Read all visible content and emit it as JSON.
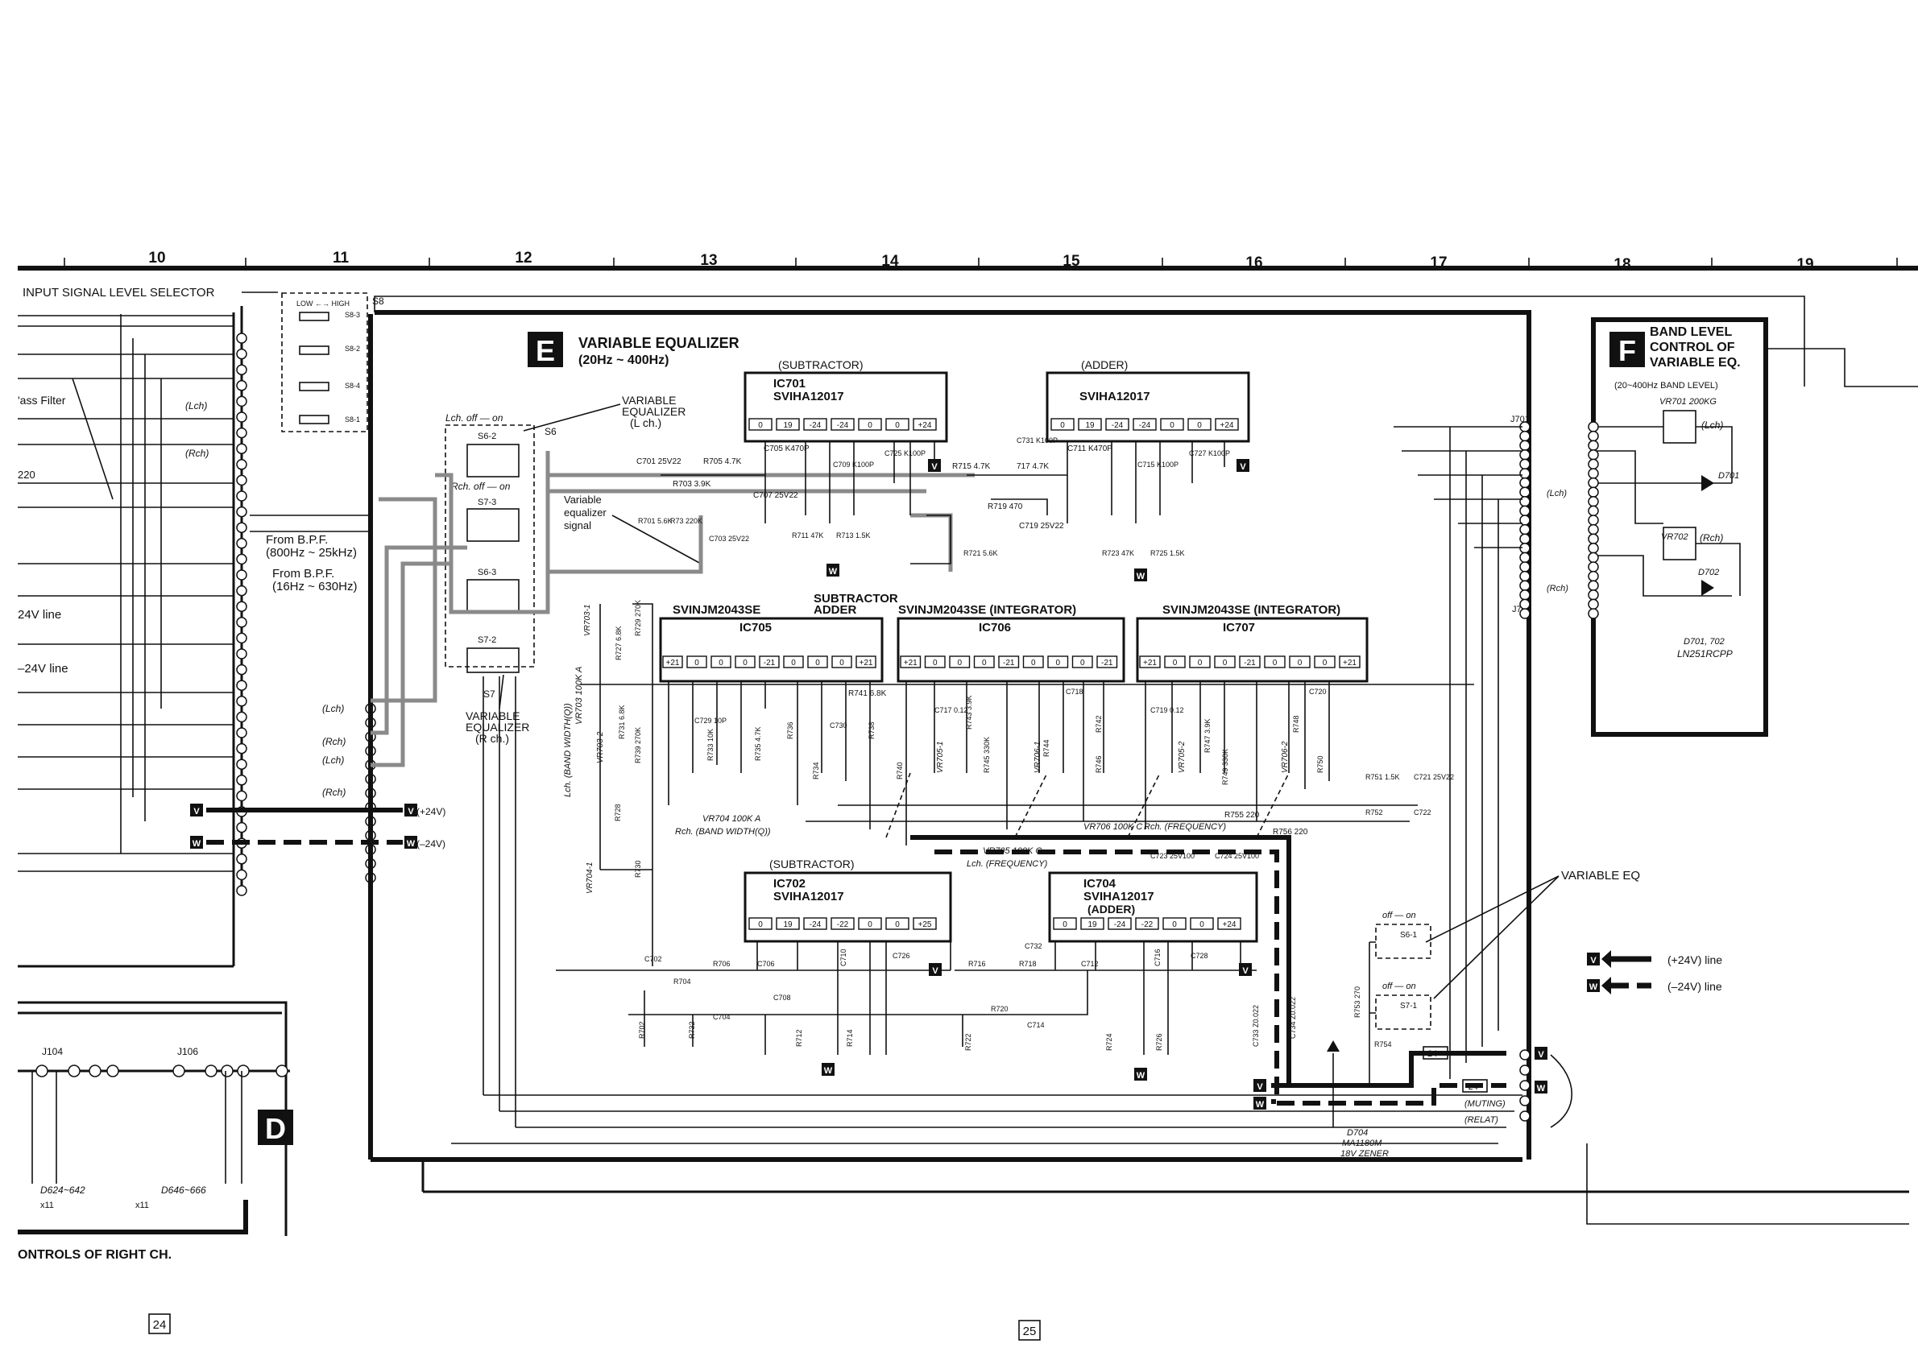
{
  "grid": {
    "columns": [
      "10",
      "11",
      "12",
      "13",
      "14",
      "15",
      "16",
      "17",
      "18",
      "19"
    ]
  },
  "labels": {
    "input_selector": "INPUT SIGNAL LEVEL SELECTOR",
    "s8": "S8",
    "low_high": "LOW ←→ HIGH",
    "s8_3": "S8-3",
    "s8_2": "S8-2",
    "s8_4": "S8-4",
    "s8_1": "S8-1",
    "bass_filter": "'ass Filter",
    "r220": "220",
    "lch": "(Lch)",
    "rch": "(Rch)",
    "from_bpf1": "From B.P.F.",
    "from_bpf1_range": "(800Hz ~ 25kHz)",
    "from_bpf2": "From B.P.F.",
    "from_bpf2_range": "(16Hz ~ 630Hz)",
    "line_24": "24V line",
    "line_m24": "–24V line",
    "plus24": "(+24V)",
    "minus24": "(–24V)",
    "right_ch": "ONTROLS OF RIGHT CH.",
    "j104": "J104",
    "j106": "J106",
    "d624": "D624~642",
    "d646": "D646~666",
    "x11a": "x11",
    "x11b": "x11",
    "page24": "24",
    "page25": "25"
  },
  "section_d": {
    "letter": "D"
  },
  "section_e": {
    "letter": "E",
    "title": "VARIABLE EQUALIZER",
    "subtitle": "(20Hz ~ 400Hz)",
    "subtractor_top": "(SUBTRACTOR)",
    "adder_top": "(ADDER)",
    "ic701": "IC701",
    "ic701_part": "SVIHA12017",
    "ic703_part": "SVIHA12017",
    "var_eq_l": "VARIABLE",
    "var_eq_l2": "EQUALIZER",
    "var_eq_l3": "(L ch.)",
    "s6": "S6",
    "s6_2": "S6-2",
    "s7_3": "S7-3",
    "s6_3": "S6-3",
    "s7_2": "S7-2",
    "s7": "S7",
    "lch_off_on": "Lch. off — on",
    "rch_off_on": "Rch. off — on",
    "var_eq_signal1": "Variable",
    "var_eq_signal2": "equalizer",
    "var_eq_signal3": "signal",
    "var_eq_r": "VARIABLE",
    "var_eq_r2": "EQUALIZER",
    "var_eq_r3": "(R ch.)",
    "ic705_part": "SVINJM2043SE",
    "ic705_role": "SUBTRACTOR",
    "ic705_role2": "ADDER",
    "ic705": "IC705",
    "ic706_part": "SVINJM2043SE  (INTEGRATOR)",
    "ic706": "IC706",
    "ic707_part": "SVINJM2043SE  (INTEGRATOR)",
    "ic707": "IC707",
    "subtractor_bot": "(SUBTRACTOR)",
    "ic702": "IC702",
    "ic702_part": "SVIHA12017",
    "ic704": "IC704",
    "ic704_part": "SVIHA12017",
    "adder_bot": "(ADDER)",
    "vr704": "VR704  100K A",
    "vr704_note": "Rch. (BAND WIDTH(Q))",
    "vr705": "VR705  100K C",
    "vr705_note": "Lch. (FREQUENCY)",
    "vr706": "VR706  100K C",
    "vr706_note": "Rch. (FREQUENCY)",
    "vr703": "VR703  100K A",
    "vr703_note": "Lch. (BAND WIDTH(Q))",
    "d704": "D704",
    "d704_part": "MA1180M",
    "d704_note": "18V ZENER",
    "muting": "(MUTING)",
    "relat": "(RELAT)",
    "j701": "J701",
    "j702": "J702",
    "pin24": "24",
    "pinm24": "-24"
  },
  "parts": {
    "c701": "C701 25V22",
    "r705": "R705 4.7K",
    "c705": "C705 K470P",
    "c709": "C709 K100P",
    "c725": "C725 K100P",
    "r703": "R703 3.9K",
    "c707": "C707 25V22",
    "r701": "R701 5.6K",
    "r73x": "R73 220K",
    "c703": "C703 25V22",
    "r711": "R711 47K",
    "r713": "R713 1.5K",
    "c731": "C731 K100P",
    "r715": "R715 4.7K",
    "r717": "717 4.7K",
    "c711": "C711 K470P",
    "c715": "C715 K100P",
    "c727": "C727 K100P",
    "r719": "R719 470",
    "c719": "C719 25V22",
    "r721": "R721 5.6K",
    "r723": "R723 47K",
    "r725": "R725 1.5K",
    "r727": "R727 6.8K",
    "r729": "R729 270K",
    "r741": "R741 6.8K",
    "c729": "C729 10P",
    "r731": "R731 6.8K",
    "r739": "R739 270K",
    "r733": "R733 10K",
    "r735": "R735 4.7K",
    "r736": "R736",
    "c730": "C730",
    "r738": "R738",
    "r734": "R734",
    "r740": "R740",
    "c717": "C717 0.12",
    "r743": "R743 3.9K",
    "r745": "R745 330K",
    "c718": "C718",
    "r744": "R744",
    "r742": "R742",
    "r746": "R746",
    "c719b": "C719 0.12",
    "r747": "R747 3.9K",
    "r749": "R749 330K",
    "c720": "C720",
    "r748": "R748",
    "r750": "R750",
    "r751": "R751 1.5K",
    "c721": "C721 25V22",
    "r752": "R752",
    "c722": "C722",
    "r755": "R755 220",
    "r756": "R756 220",
    "c723": "C723 25V100",
    "c724": "C724 25V100",
    "c702": "C702",
    "r704": "R704",
    "r706": "R706",
    "c706": "C706",
    "c710": "C710",
    "c726": "C726",
    "c704": "C704",
    "c708": "C708",
    "r702": "R702",
    "r732": "R732",
    "r712": "R712",
    "r714": "R714",
    "r716": "R716",
    "r718": "R718",
    "c712": "C712",
    "c732": "C732",
    "c716": "C716",
    "c728": "C728",
    "r720": "R720",
    "c714": "C714",
    "r722": "R722",
    "r724": "R724",
    "r726": "R726",
    "c733": "C733 Z0.022",
    "c734": "C734 Z0.022",
    "r753": "R753 270",
    "r754": "R754",
    "r728": "R728",
    "r730": "R730",
    "vr7041": "VR704-1",
    "vr7032": "VR703-2",
    "vr7031": "VR703-1",
    "vr7051": "VR705-1",
    "vr7061": "VR706-1",
    "vr7052": "VR705-2",
    "vr7062": "VR706-2"
  },
  "section_f": {
    "letter": "F",
    "title1": "BAND LEVEL",
    "title2": "CONTROL OF",
    "title3": "VARIABLE EQ.",
    "band": "(20~400Hz BAND LEVEL)",
    "vr701": "VR701  200KG",
    "vr702": "VR702",
    "lch": "(Lch)",
    "rch": "(Rch)",
    "d701": "D701",
    "d702": "D702",
    "diodes": "D701, 702",
    "diode_part": "LN251RCPP"
  },
  "legend": {
    "variable_eq": "VARIABLE EQ",
    "plus_line": "(+24V) line",
    "minus_line": "(–24V) line",
    "v": "V",
    "w": "W",
    "off_on1": "off — on",
    "off_on2": "off — on",
    "s6_1": "S6-1",
    "s7_1": "S7-1"
  },
  "ic_pins": {
    "sub_top": [
      "0",
      "19",
      "-24",
      "-24",
      "0",
      "0",
      "+24"
    ],
    "add_top": [
      "0",
      "19",
      "-24",
      "-24",
      "0",
      "0",
      "+24"
    ],
    "sub_bot": [
      "0",
      "19",
      "-24",
      "-22",
      "0",
      "0",
      "+25"
    ],
    "add_bot": [
      "0",
      "19",
      "-24",
      "-22",
      "0",
      "0",
      "+24"
    ],
    "nj705": [
      "+21",
      "0",
      "0",
      "0",
      "-21",
      "0",
      "0",
      "0",
      "+21"
    ],
    "nj706": [
      "+21",
      "0",
      "0",
      "0",
      "-21",
      "0",
      "0",
      "0",
      "-21"
    ],
    "nj707": [
      "+21",
      "0",
      "0",
      "0",
      "-21",
      "0",
      "0",
      "0",
      "+21"
    ]
  }
}
